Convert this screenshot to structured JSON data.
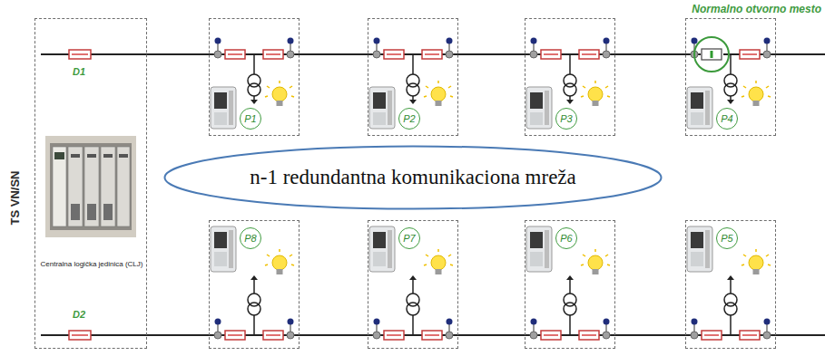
{
  "diagram": {
    "nodes": [
      {
        "text": [
          "TS VN/SN",
          "Centralna logička jedinica (CLJ)"
        ]
      },
      {
        "text": [
          "P1"
        ]
      },
      {
        "text": [
          "P2"
        ]
      },
      {
        "text": [
          "P3"
        ]
      },
      {
        "text": [
          "P4"
        ]
      },
      {
        "text": [
          "n-1 redundantna komunikaciona mreža"
        ]
      },
      {
        "text": [
          "P8"
        ]
      },
      {
        "text": [
          "P7"
        ]
      },
      {
        "text": [
          "P6"
        ]
      },
      {
        "text": [
          "P5"
        ]
      }
    ],
    "edges": [
      {
        "from": 0,
        "to": 1,
        "arrow": "none"
      },
      {
        "from": 1,
        "to": 2,
        "arrow": "none"
      },
      {
        "from": 2,
        "to": 3,
        "arrow": "none"
      },
      {
        "from": 3,
        "to": 4,
        "arrow": "none"
      },
      {
        "from": 0,
        "to": 6,
        "arrow": "none"
      },
      {
        "from": 6,
        "to": 7,
        "arrow": "none"
      },
      {
        "from": 7,
        "to": 8,
        "arrow": "none"
      },
      {
        "from": 8,
        "to": 9,
        "arrow": "none"
      }
    ],
    "labels": [
      "D1",
      "D2",
      "Normalno otvorno mesto"
    ]
  }
}
